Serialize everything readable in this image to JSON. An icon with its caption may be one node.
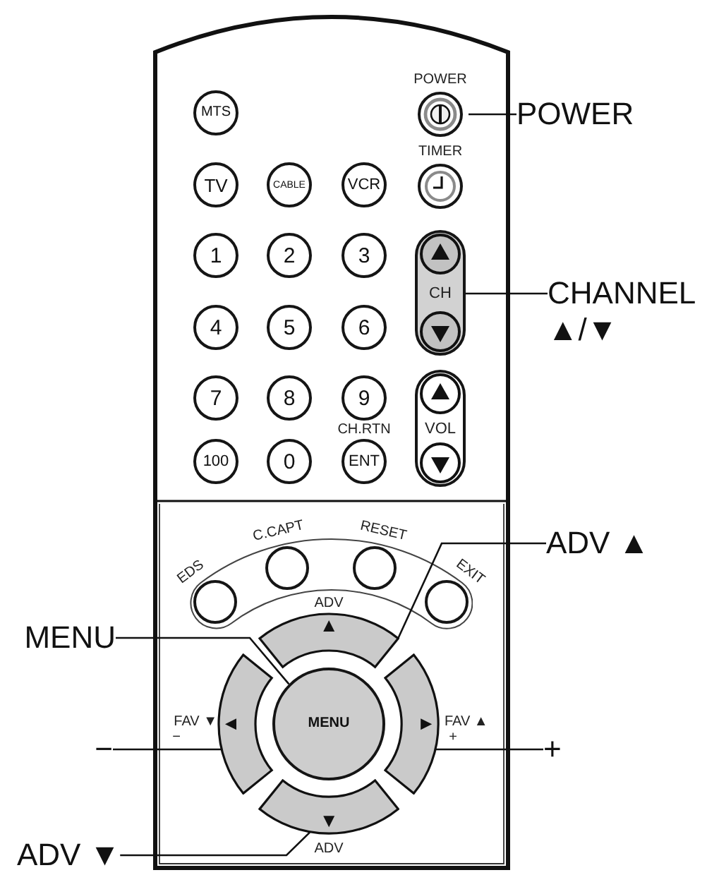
{
  "diagram": {
    "nodes": [
      {
        "text": [],
        "shape": "box"
      },
      {
        "text": [
          "MTS"
        ],
        "in": 0
      },
      {
        "text": [
          "POWER"
        ],
        "in": 0
      },
      {
        "text": [
          "TIMER"
        ],
        "in": 0
      },
      {
        "text": [
          "TV"
        ],
        "in": 0
      },
      {
        "text": [
          "CABLE"
        ],
        "in": 0
      },
      {
        "text": [
          "VCR"
        ],
        "in": 0
      },
      {
        "text": [
          "1"
        ],
        "in": 0
      },
      {
        "text": [
          "2"
        ],
        "in": 0
      },
      {
        "text": [
          "3"
        ],
        "in": 0
      },
      {
        "text": [
          "CH"
        ],
        "in": 0
      },
      {
        "text": [
          "4"
        ],
        "in": 0
      },
      {
        "text": [
          "5"
        ],
        "in": 0
      },
      {
        "text": [
          "6"
        ],
        "in": 0
      },
      {
        "text": [
          "7"
        ],
        "in": 0
      },
      {
        "text": [
          "8"
        ],
        "in": 0
      },
      {
        "text": [
          "9"
        ],
        "in": 0
      },
      {
        "text": [
          "VOL"
        ],
        "in": 0
      },
      {
        "text": [
          "100"
        ],
        "in": 0
      },
      {
        "text": [
          "0"
        ],
        "in": 0
      },
      {
        "text": [
          "CH.RTN",
          "ENT"
        ],
        "in": 0
      },
      {
        "text": [
          "EDS"
        ],
        "in": 0
      },
      {
        "text": [
          "C.CAPT"
        ],
        "in": 0
      },
      {
        "text": [
          "RESET"
        ],
        "in": 0
      },
      {
        "text": [
          "EXIT"
        ],
        "in": 0
      },
      {
        "text": [],
        "shape": "arc",
        "in": 0,
        "beside": [
          "ADV"
        ]
      },
      {
        "text": [],
        "shape": "arc",
        "in": 0,
        "beside": [
          "FAV ▼",
          "−"
        ]
      },
      {
        "text": [
          "MENU"
        ],
        "in": 0
      },
      {
        "text": [],
        "shape": "arc",
        "in": 0,
        "beside": [
          "FAV ▲",
          "+"
        ]
      },
      {
        "text": [],
        "shape": "arc",
        "in": 0,
        "beside": [
          "ADV"
        ]
      },
      {
        "text": [
          "POWER"
        ]
      },
      {
        "text": [
          "CHANNEL ▲/▼"
        ]
      },
      {
        "text": [
          "ADV ▲"
        ]
      },
      {
        "text": [
          "MENU"
        ]
      },
      {
        "text": [
          "−"
        ]
      },
      {
        "text": [
          "+"
        ]
      },
      {
        "text": [
          "ADV ▼"
        ]
      }
    ],
    "edges": [
      {
        "from": 30,
        "to": 2,
        "arrow": "none"
      },
      {
        "from": 31,
        "to": 10,
        "arrow": "none"
      },
      {
        "from": 32,
        "to": 25,
        "arrow": "none"
      },
      {
        "from": 33,
        "to": 27,
        "arrow": "none"
      },
      {
        "from": 34,
        "to": 26,
        "arrow": "none"
      },
      {
        "from": 35,
        "to": 28,
        "arrow": "none"
      },
      {
        "from": 36,
        "to": 29,
        "arrow": "none"
      }
    ]
  }
}
